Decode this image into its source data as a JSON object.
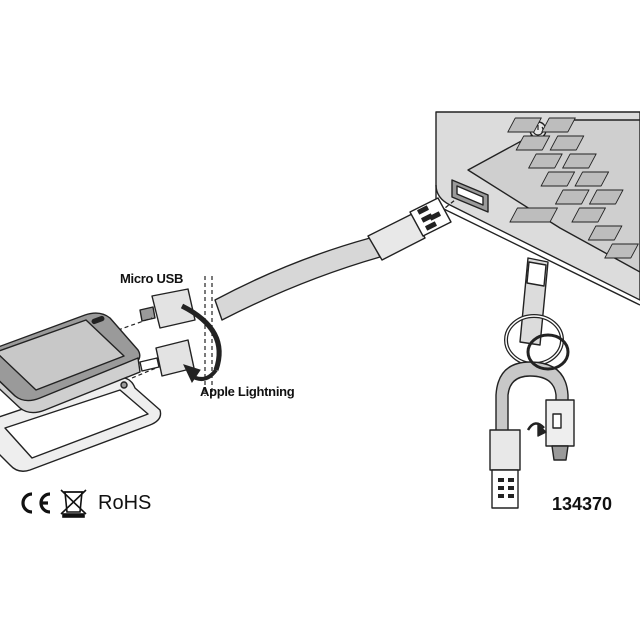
{
  "labels": {
    "micro_usb": "Micro USB",
    "apple_lightning": "Apple Lightning",
    "rohs": "RoHS",
    "product_code": "134370"
  },
  "icons": [
    "ce-mark-icon",
    "weee-bin-icon"
  ],
  "colors": {
    "line": "#222222",
    "light_gray": "#e2e2e2",
    "mid_gray": "#c8c8c8",
    "dark_gray": "#9a9a9a",
    "cable": "#d7d7d7"
  }
}
